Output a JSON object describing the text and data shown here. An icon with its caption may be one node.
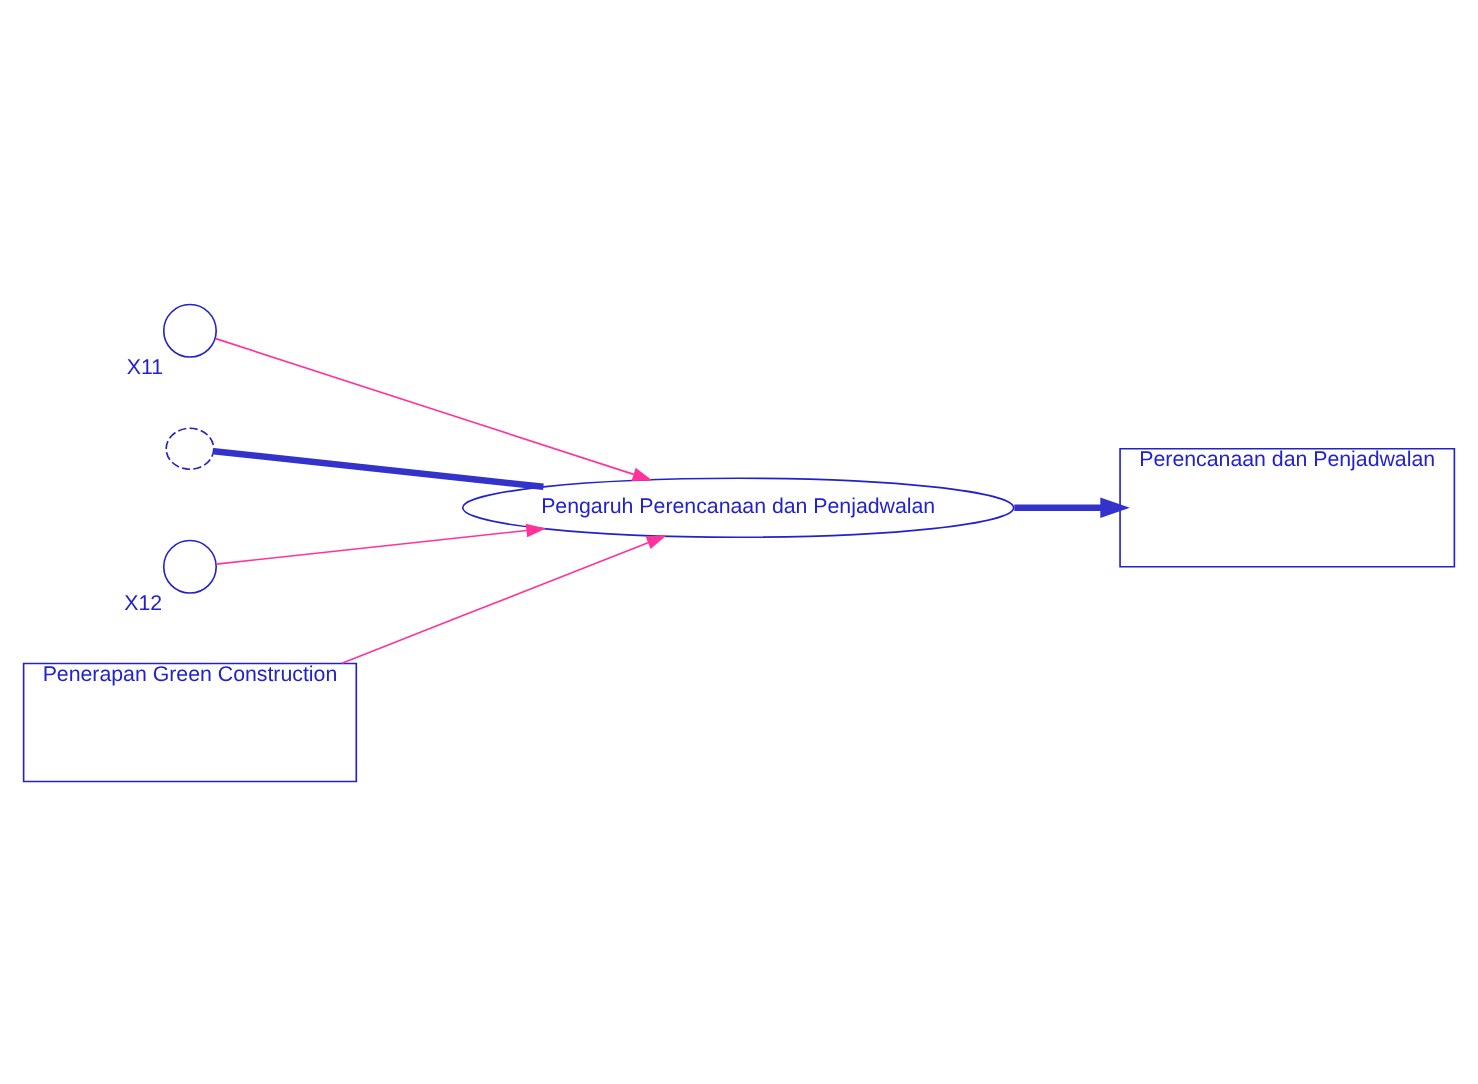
{
  "diagram": {
    "nodes": [
      {
        "text": [
          "X11"
        ]
      },
      {
        "text": [],
        "shape": "cloud"
      },
      {
        "text": [
          "Pengaruh Perencanaan dan Penjadwalan"
        ]
      },
      {
        "text": [
          "Perencanaan dan Penjadwalan"
        ]
      },
      {
        "text": [
          "X12"
        ]
      },
      {
        "text": [
          "Penerapan Green Construction"
        ]
      }
    ],
    "edges": [
      {
        "from": 1,
        "to": 2,
        "arrow": "none",
        "style": "thick",
        "color": "#3333cc"
      },
      {
        "from": 2,
        "to": 3,
        "arrow": "to",
        "style": "thick",
        "color": "#3333cc"
      },
      {
        "from": 0,
        "to": 2,
        "arrow": "to"
      },
      {
        "from": 4,
        "to": 2,
        "arrow": "to"
      },
      {
        "from": 5,
        "to": 2,
        "arrow": "to"
      }
    ]
  }
}
